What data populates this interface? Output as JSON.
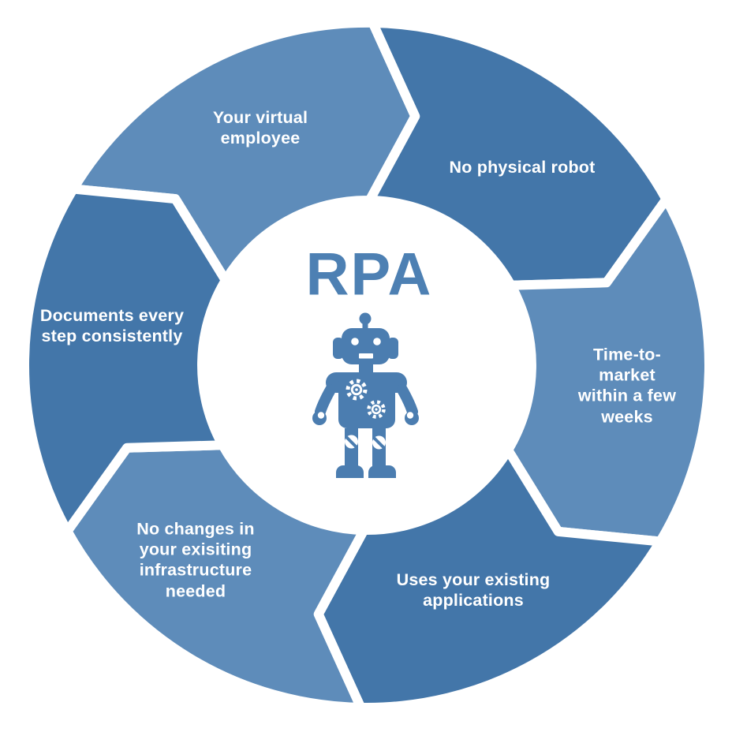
{
  "diagram": {
    "type": "cycle",
    "direction": "clockwise",
    "center": {
      "title": "RPA",
      "icon": "robot-icon"
    },
    "colors": {
      "segment_light": "#5e8cba",
      "segment_dark": "#4376a9",
      "accent": "#4d80b3",
      "label_text": "#ffffff",
      "background": "#ffffff"
    },
    "segments": [
      {
        "label": "Your virtual\nemployee",
        "tone": "light",
        "position": "top-left"
      },
      {
        "label": "No physical robot",
        "tone": "dark",
        "position": "top-right"
      },
      {
        "label": "Time-to-market\nwithin a few weeks",
        "tone": "light",
        "position": "right"
      },
      {
        "label": "Uses your existing\napplications",
        "tone": "dark",
        "position": "bottom-right"
      },
      {
        "label": "No changes in\nyour exisiting\ninfrastructure\nneeded",
        "tone": "light",
        "position": "bottom-left"
      },
      {
        "label": "Documents every\nstep consistently",
        "tone": "dark",
        "position": "left"
      }
    ]
  }
}
